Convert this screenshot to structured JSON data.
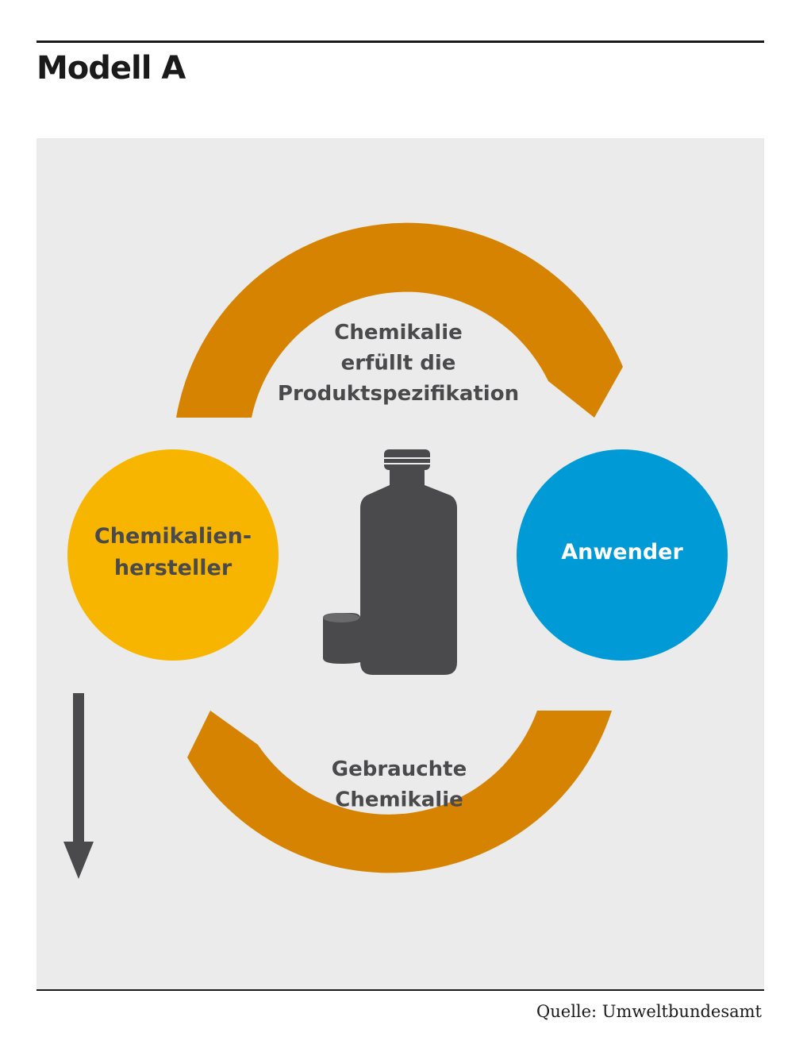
{
  "title": "Modell A",
  "source": "Quelle: Umweltbundesamt",
  "nodes": {
    "producer": "Chemikalien-\nhersteller",
    "user": "Anwender"
  },
  "flows": {
    "top": "Chemikalie\nerfüllt die\nProduktspezifikation",
    "bottom": "Gebrauchte\nChemikalie"
  },
  "colors": {
    "arc": "#d58300",
    "producer": "#f7b500",
    "user": "#009ad6",
    "bottle": "#4a4a4c",
    "background": "#ebebeb",
    "text_dark": "#4a4a4c",
    "text_light": "#ffffff"
  },
  "icons": [
    "bottle-icon",
    "bottle-cap-icon",
    "down-arrow-icon"
  ]
}
